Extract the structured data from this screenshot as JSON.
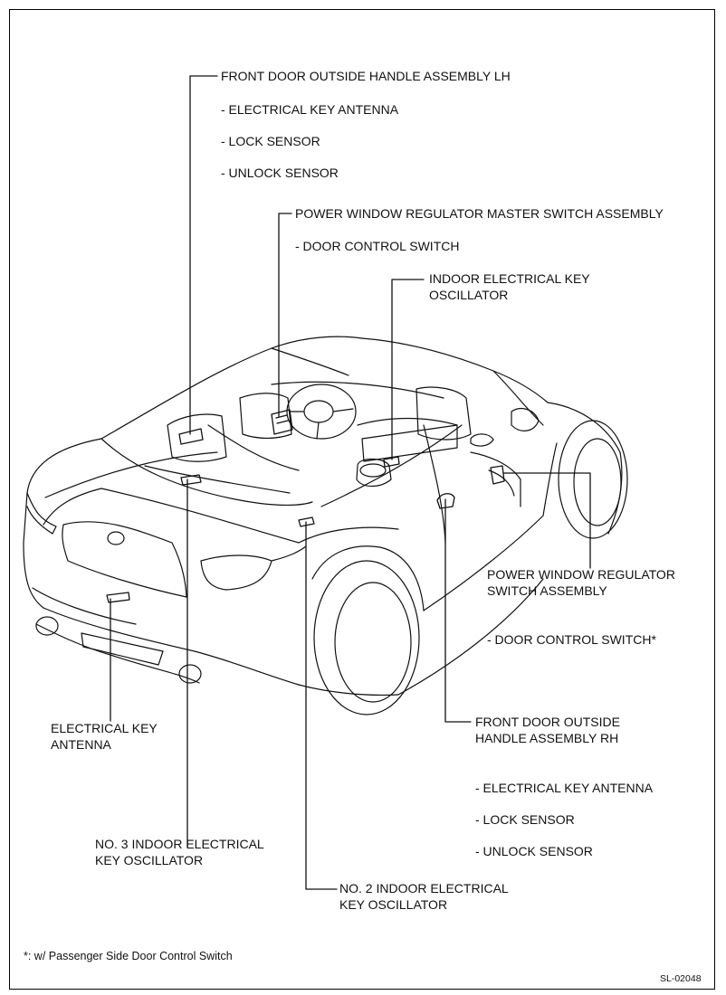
{
  "labels": {
    "lh_handle_title": "FRONT DOOR OUTSIDE HANDLE ASSEMBLY LH",
    "lh_item_1": "- ELECTRICAL KEY ANTENNA",
    "lh_item_2": "- LOCK SENSOR",
    "lh_item_3": "- UNLOCK SENSOR",
    "master_switch_title": "POWER WINDOW REGULATOR MASTER SWITCH ASSEMBLY",
    "master_switch_item": "- DOOR CONTROL SWITCH",
    "indoor_osc_line1": "INDOOR ELECTRICAL KEY",
    "indoor_osc_line2": "OSCILLATOR",
    "pw_switch_line1": "POWER WINDOW REGULATOR",
    "pw_switch_line2": "SWITCH ASSEMBLY",
    "pw_switch_item": "- DOOR CONTROL SWITCH*",
    "rh_handle_line1": "FRONT DOOR OUTSIDE",
    "rh_handle_line2": "HANDLE ASSEMBLY RH",
    "rh_item_1": "- ELECTRICAL KEY ANTENNA",
    "rh_item_2": "- LOCK SENSOR",
    "rh_item_3": "- UNLOCK SENSOR",
    "ek_antenna_line1": "ELECTRICAL KEY",
    "ek_antenna_line2": "ANTENNA",
    "no3_osc_line1": "NO. 3 INDOOR ELECTRICAL",
    "no3_osc_line2": "KEY OSCILLATOR",
    "no2_osc_line1": "NO. 2 INDOOR ELECTRICAL",
    "no2_osc_line2": "KEY OSCILLATOR"
  },
  "footnote": "*: w/ Passenger Side Door Control Switch",
  "figure_code": "SL-02048"
}
